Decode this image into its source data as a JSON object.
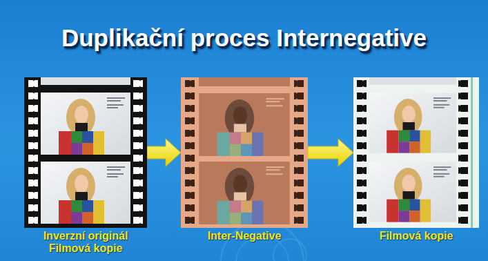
{
  "diagram": {
    "title": "Duplikační proces Internegative",
    "nodes": [
      {
        "text": [
          "Inverzní originál Filmová kopie"
        ]
      },
      {
        "text": [
          "Inter-Negative"
        ]
      },
      {
        "text": [
          "Filmová kopie"
        ]
      }
    ],
    "edges": [
      {
        "from": 0,
        "to": 1,
        "arrow": "to"
      },
      {
        "from": 1,
        "to": 2,
        "arrow": "to"
      }
    ]
  }
}
